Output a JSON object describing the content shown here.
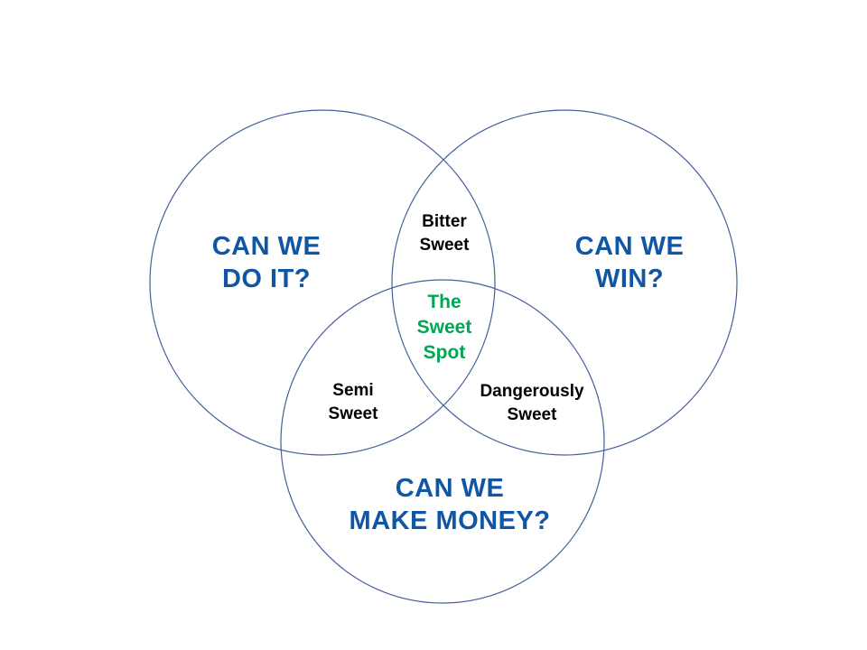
{
  "diagram": {
    "type": "venn-3",
    "colors": {
      "background": "#ffffff",
      "circle_stroke": "#44619D",
      "question_text": "#1156A5",
      "intersection_text": "#000000",
      "sweet_spot_text": "#00A651"
    },
    "circles": [
      {
        "name": "can-we-do-it",
        "lines": [
          "CAN WE",
          "DO IT?"
        ]
      },
      {
        "name": "can-we-win",
        "lines": [
          "CAN WE",
          "WIN?"
        ]
      },
      {
        "name": "can-we-make-money",
        "lines": [
          "CAN WE",
          "MAKE MONEY?"
        ]
      }
    ],
    "intersections": [
      {
        "name": "bitter-sweet",
        "lines": [
          "Bitter",
          "Sweet"
        ]
      },
      {
        "name": "semi-sweet",
        "lines": [
          "Semi",
          "Sweet"
        ]
      },
      {
        "name": "dangerously-sweet",
        "lines": [
          "Dangerously",
          "Sweet"
        ]
      },
      {
        "name": "sweet-spot",
        "lines": [
          "The",
          "Sweet",
          "Spot"
        ]
      }
    ]
  }
}
